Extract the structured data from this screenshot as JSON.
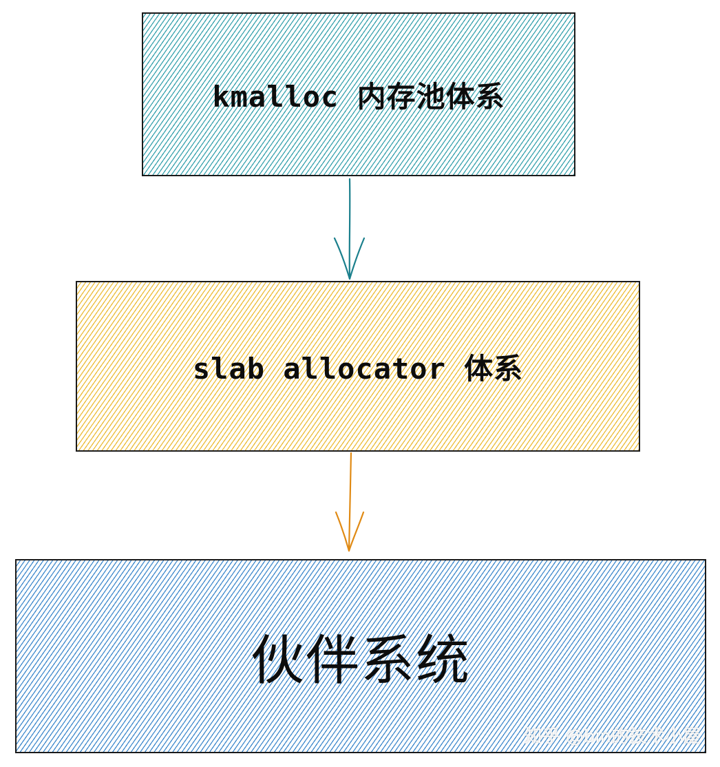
{
  "diagram": {
    "boxes": [
      {
        "id": "kmalloc",
        "label": "kmalloc 内存池体系",
        "color": "#1692a0"
      },
      {
        "id": "slab",
        "label": "slab allocator 体系",
        "color": "#e9b014"
      },
      {
        "id": "buddy",
        "label": "伙伴系统",
        "color": "#1e75c4"
      }
    ],
    "arrows": [
      {
        "from": "kmalloc",
        "to": "slab",
        "color": "#1a7f8c"
      },
      {
        "from": "slab",
        "to": "buddy",
        "color": "#e08a14"
      }
    ],
    "border_color": "#1a1a1a"
  },
  "watermark": "知乎 @bin的技术小屋"
}
